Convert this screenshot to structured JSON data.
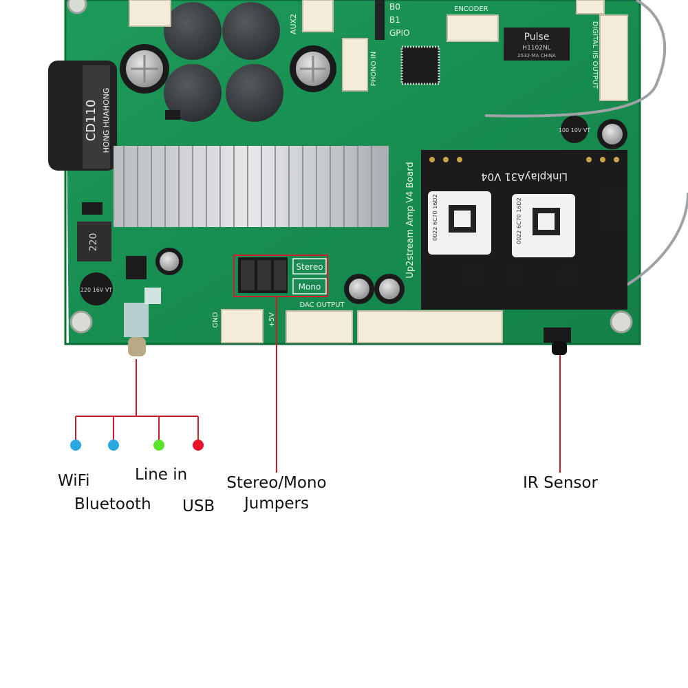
{
  "board_silkscreen": {
    "board_name": "Up2stream Amp V4 Board",
    "module_name": "LinkplayA31 V04",
    "encoder": "ENCODER",
    "phono_in": "PHONO IN",
    "digital_out": "DIGITAL IIS OUTPUT",
    "dac_output": "DAC OUTPUT",
    "gnd": "GND",
    "plus5v": "+5V",
    "aux2": "AUX2",
    "b0": "B0",
    "b1": "B1",
    "gpio": "GPIO",
    "stereo": "Stereo",
    "mono": "Mono",
    "pulse_brand": "Pulse",
    "pulse_part": "H1102NL",
    "pulse_sub": "2532-MA CHINA",
    "choke": "CD110",
    "maker": "HONG HUAHONG",
    "inductor": "220",
    "cap_a": "220 16V VT",
    "cap_b": "100 10V VT",
    "qr_a": "0022 6C70 16D2",
    "qr_b": "0022 6C70 16D2"
  },
  "callouts": {
    "led_colors": {
      "wifi": "#2aa7e0",
      "bluetooth": "#2aa7e0",
      "line_in": "#5be52a",
      "usb": "#e8102a"
    },
    "line_color": "#cc1b2b",
    "labels": {
      "wifi": "WiFi",
      "bluetooth": "Bluetooth",
      "line_in": "Line in",
      "usb": "USB",
      "stereo_mono_line1": "Stereo/Mono",
      "stereo_mono_line2": "Jumpers",
      "ir_sensor": "IR Sensor"
    }
  }
}
